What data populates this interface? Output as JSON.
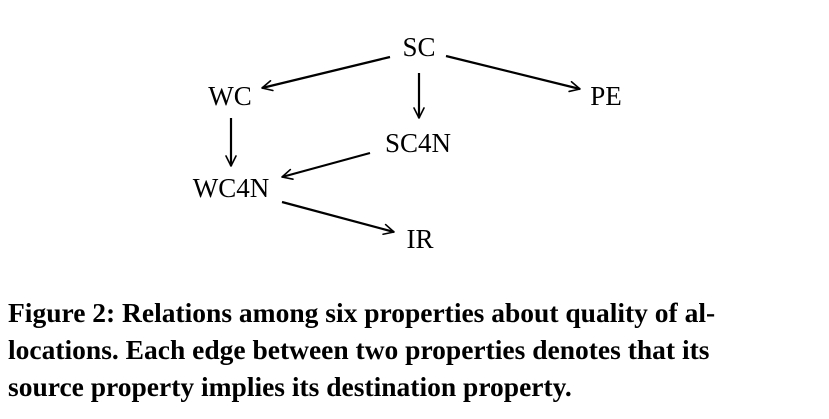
{
  "diagram": {
    "nodes": {
      "sc": "SC",
      "wc": "WC",
      "pe": "PE",
      "sc4n": "SC4N",
      "wc4n": "WC4N",
      "ir": "IR"
    },
    "edges": [
      {
        "from": "SC",
        "to": "WC"
      },
      {
        "from": "SC",
        "to": "PE"
      },
      {
        "from": "SC",
        "to": "SC4N"
      },
      {
        "from": "WC",
        "to": "WC4N"
      },
      {
        "from": "SC4N",
        "to": "WC4N"
      },
      {
        "from": "WC4N",
        "to": "IR"
      }
    ]
  },
  "caption": {
    "lines": [
      "Figure 2: Relations among six properties about quality of al-",
      "locations. Each edge between two properties denotes that its",
      "source property implies its destination property."
    ]
  }
}
